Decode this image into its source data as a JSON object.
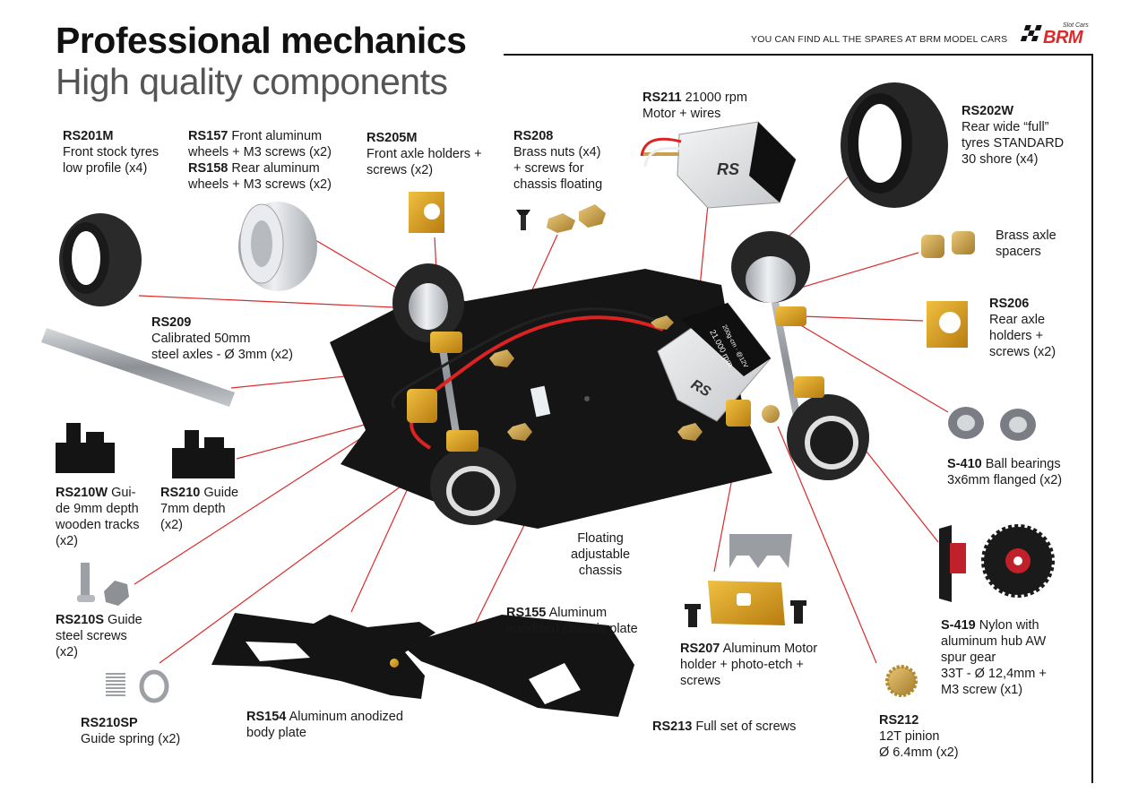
{
  "header": {
    "title_bold": "Professional mechanics",
    "title_light": "High quality components",
    "tagline": "YOU CAN FIND ALL THE SPARES AT BRM MODEL CARS",
    "logo_text": "BRM",
    "logo_subtext": "Slot Cars"
  },
  "parts": {
    "rs201m": {
      "code": "RS201M",
      "lines": [
        "Front stock tyres",
        "low profile (x4)"
      ]
    },
    "rs157": {
      "code": "RS157",
      "lines": [
        "Front aluminum",
        "wheels + M3 screws (x2)"
      ]
    },
    "rs158": {
      "code": "RS158",
      "lines": [
        "Rear aluminum",
        "wheels + M3 screws (x2)"
      ]
    },
    "rs205m": {
      "code": "RS205M",
      "lines": [
        "Front axle holders +",
        "screws (x2)"
      ]
    },
    "rs208": {
      "code": "RS208",
      "lines": [
        "Brass nuts (x4)",
        "+ screws for",
        "chassis floating"
      ]
    },
    "rs211": {
      "code": "RS211",
      "lines": [
        "21000 rpm",
        "Motor + wires"
      ]
    },
    "rs202w": {
      "code": "RS202W",
      "lines": [
        "Rear wide “full”",
        "tyres STANDARD",
        "30 shore (x4)"
      ]
    },
    "brass_spacers": {
      "lines": [
        "Brass axle",
        "spacers"
      ]
    },
    "rs206": {
      "code": "RS206",
      "lines": [
        "Rear axle",
        "holders +",
        "screws (x2)"
      ]
    },
    "rs209": {
      "code": "RS209",
      "lines": [
        "Calibrated 50mm",
        "steel axles - Ø 3mm (x2)"
      ]
    },
    "s410": {
      "code": "S-410",
      "lines": [
        "Ball bearings",
        "3x6mm flanged (x2)"
      ]
    },
    "rs210w": {
      "code": "RS210W",
      "lines": [
        "Gui-",
        "de 9mm depth",
        "wooden tracks",
        "(x2)"
      ]
    },
    "rs210": {
      "code": "RS210",
      "lines": [
        "Guide",
        "7mm depth",
        "(x2)"
      ]
    },
    "floating": {
      "lines": [
        "Floating",
        "adjustable",
        "chassis"
      ]
    },
    "rs155": {
      "code": "RS155",
      "lines": [
        "Aluminum",
        "anodized chassis plate"
      ]
    },
    "rs210s": {
      "code": "RS210S",
      "lines": [
        "Guide",
        "steel screws",
        "(x2)"
      ]
    },
    "rs207": {
      "code": "RS207",
      "lines": [
        "Aluminum Motor",
        "holder + photo-etch +",
        "screws"
      ]
    },
    "s419": {
      "code": "S-419",
      "lines": [
        "Nylon with",
        "aluminum hub AW",
        "spur gear",
        "33T  - Ø 12,4mm +",
        "M3 screw (x1)"
      ]
    },
    "rs210sp": {
      "code": "RS210SP",
      "lines": [
        "Guide spring (x2)"
      ]
    },
    "rs154": {
      "code": "RS154",
      "lines": [
        "Aluminum anodized",
        "body plate"
      ]
    },
    "rs213": {
      "code": "RS213",
      "lines": [
        "Full set of screws"
      ]
    },
    "rs212": {
      "code": "RS212",
      "lines": [
        "12T pinion",
        "Ø 6.4mm (x2)"
      ]
    }
  },
  "motor_can_text": [
    "21.000 rpm",
    "200g·cm · @12V"
  ],
  "colors": {
    "leader_line": "#d92b2b",
    "chassis": "#151515",
    "tyre": "#262626",
    "aluminum": "#c9ccd0",
    "anodized_gold": "#d9a21b",
    "brass": "#c8a050",
    "gear_red": "#c0202a"
  }
}
